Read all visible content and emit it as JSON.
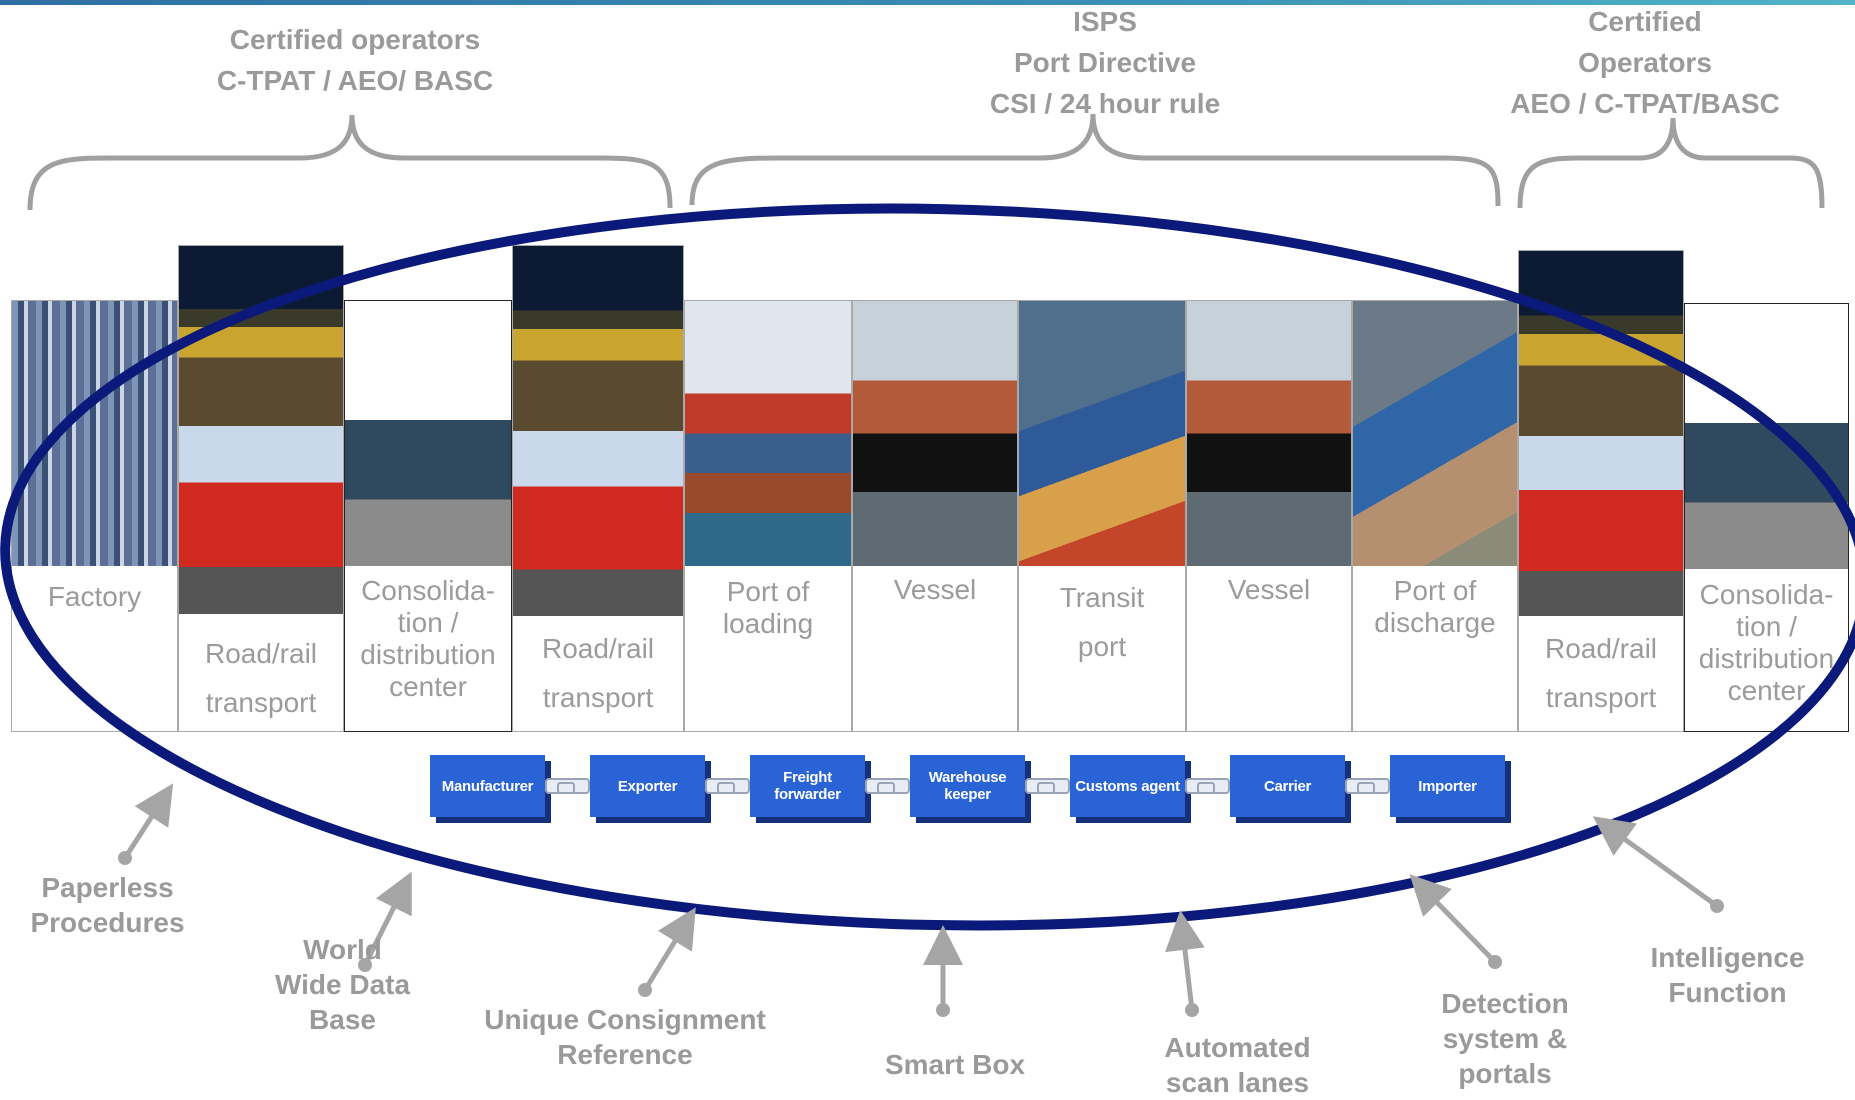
{
  "headers": {
    "left": [
      "Certified operators",
      "C-TPAT / AEO/ BASC"
    ],
    "middle": [
      "ISPS",
      "Port Directive",
      "CSI / 24 hour rule"
    ],
    "right": [
      "Certified",
      "Operators",
      "AEO / C-TPAT/BASC"
    ]
  },
  "stages": [
    {
      "label": "Factory",
      "image": "factory-photo"
    },
    {
      "label": "Road/rail transport",
      "image": "train-and-truck-photo"
    },
    {
      "label": "Consolida-tion / distribution center",
      "image": "distribution-center-photo"
    },
    {
      "label": "Road/rail transport",
      "image": "train-and-truck-photo"
    },
    {
      "label": "Port of loading",
      "image": "container-port-photo"
    },
    {
      "label": "Vessel",
      "image": "container-ship-photo"
    },
    {
      "label": "Transit port",
      "image": "transit-port-aerial-photo"
    },
    {
      "label": "Vessel",
      "image": "container-ship-photo"
    },
    {
      "label": "Port of discharge",
      "image": "discharge-port-aerial-photo"
    },
    {
      "label": "Road/rail transport",
      "image": "train-and-truck-photo"
    },
    {
      "label": "Consolida-tion / distribution center",
      "image": "distribution-center-photo"
    }
  ],
  "label_lines": {
    "factory": [
      "Factory"
    ],
    "road_rail": [
      "Road/rail",
      "transport"
    ],
    "consolidation": [
      "Consolida-",
      "tion /",
      "distribution",
      "center"
    ],
    "port_loading": [
      "Port of",
      "loading"
    ],
    "vessel": [
      "Vessel"
    ],
    "transit": [
      "Transit",
      "port"
    ],
    "port_discharge": [
      "Port of",
      "discharge"
    ]
  },
  "chain": [
    "Manufacturer",
    "Exporter",
    "Freight forwarder",
    "Warehouse keeper",
    "Customs agent",
    "Carrier",
    "Importer"
  ],
  "bottom_labels": {
    "paperless": [
      "Paperless",
      "Procedures"
    ],
    "worldwide": [
      "World",
      "Wide Data",
      "Base"
    ],
    "ucr": [
      "Unique Consignment",
      "Reference"
    ],
    "smart_box": [
      "Smart Box"
    ],
    "scan_lanes": [
      "Automated",
      "scan lanes"
    ],
    "detection": [
      "Detection",
      "system &",
      "portals"
    ],
    "intelligence": [
      "Intelligence",
      "Function"
    ]
  },
  "colors": {
    "ellipse": "#0b1a7a",
    "bracket": "#a0a0a0",
    "chain_box": "#2a63d6",
    "text_gray": "#9a9a9a"
  }
}
